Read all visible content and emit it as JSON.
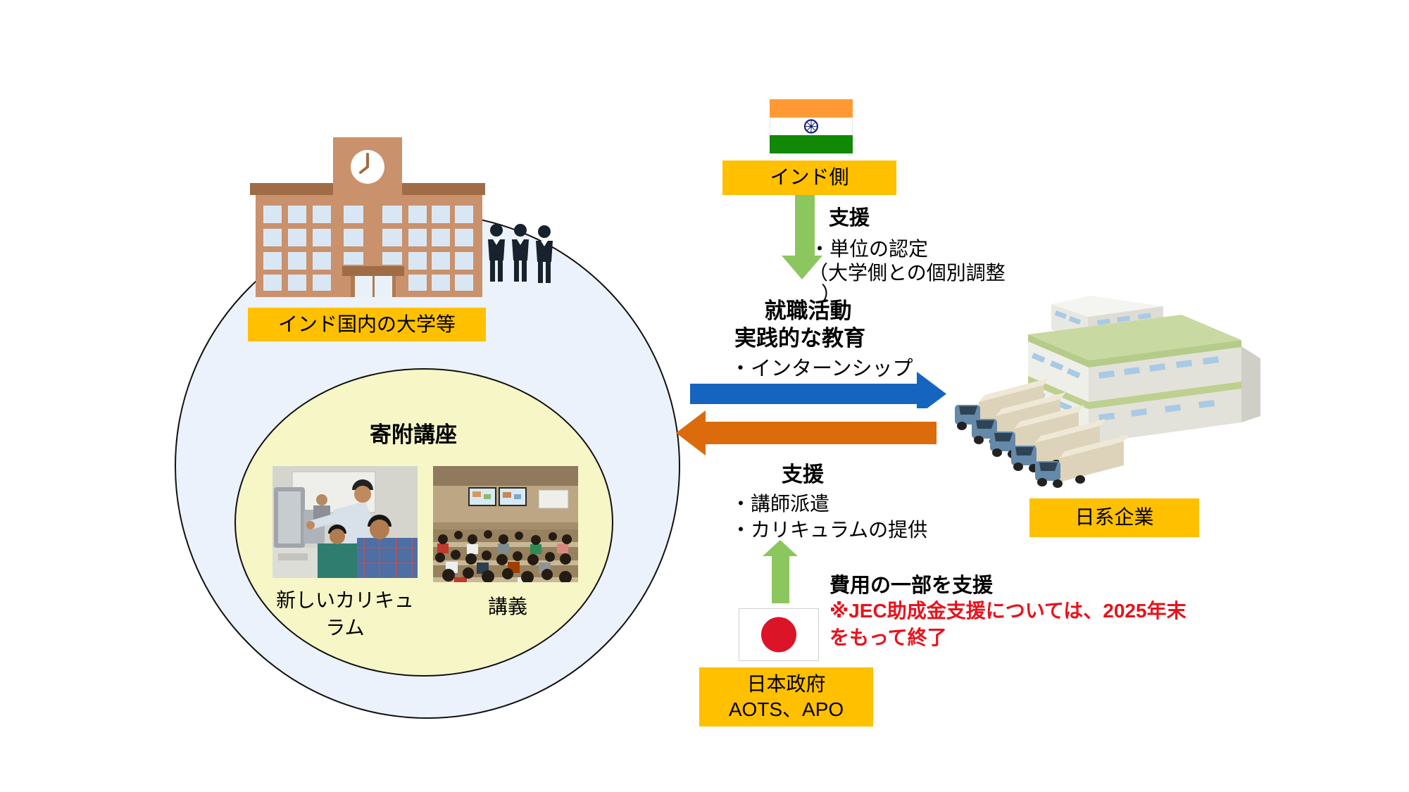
{
  "university": {
    "label": "インド国内の大学等"
  },
  "course": {
    "title": "寄附講座",
    "caption_left_line1": "新しいカリキュ",
    "caption_left_line2": "ラム",
    "caption_right": "講義"
  },
  "india": {
    "label": "インド側",
    "support_heading": "支援",
    "item1": "・単位の認定",
    "item2_open": "（大学側との個別調整",
    "item2_close": "）"
  },
  "exchange": {
    "heading_line1": "就職活動",
    "heading_line2": "実践的な教育",
    "item": "・インターンシップ"
  },
  "company": {
    "label": "日系企業"
  },
  "support_to_university": {
    "heading": "支援",
    "item1": "・講師派遣",
    "item2": "・カリキュラムの提供"
  },
  "japan": {
    "label_line1": "日本政府",
    "label_line2": "AOTS、APO",
    "cost_heading": "費用の一部を支援",
    "note_line1": "※JEC助成金支援については、2025年末",
    "note_line2": "をもって終了"
  },
  "icons": {
    "school_building": "school-building-icon",
    "businesspeople": "businesspeople-icon",
    "india_flag": "india-flag-icon",
    "japan_flag": "japan-flag-icon",
    "factory": "factory-with-trucks-icon",
    "classroom_photo": "computer-classroom-photo",
    "lecture_photo": "lecture-hall-photo"
  },
  "colors": {
    "label_box_bg": "#FFC000",
    "arrow_blue": "#1565C0",
    "arrow_orange": "#DC6B0C",
    "arrow_green": "#8CC65F",
    "note_red": "#E8121C",
    "outer_circle_fill": "#EBF2FB",
    "inner_ellipse_fill": "#F6F6C6"
  }
}
